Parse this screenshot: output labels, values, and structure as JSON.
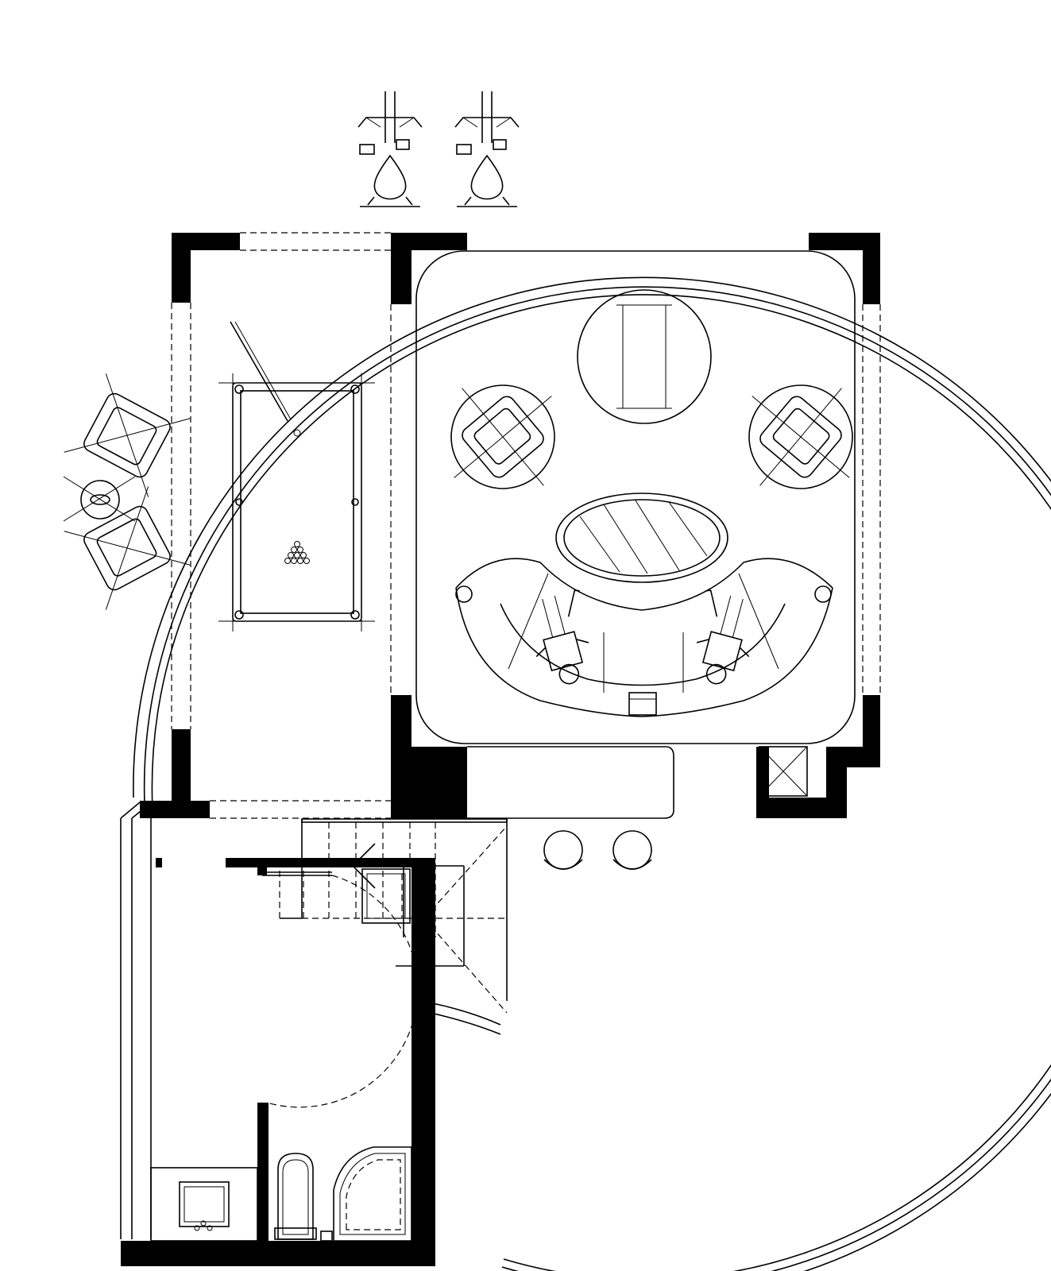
{
  "drawing": {
    "type": "architectural floor plan",
    "style": "black and white line drawing",
    "background_color": "#ffffff",
    "line_color": "#000000"
  },
  "rooms": [
    {
      "name": "gym-area",
      "fixtures": [
        "exercise-machine",
        "exercise-machine"
      ]
    },
    {
      "name": "lounge-nook",
      "fixtures": [
        "armchair",
        "armchair",
        "side-table"
      ]
    },
    {
      "name": "billiard-room",
      "fixtures": [
        "pool-table",
        "cue-stick",
        "ball-rack"
      ]
    },
    {
      "name": "media-room",
      "fixtures": [
        "round-table",
        "armchair",
        "armchair",
        "oval-coffee-table",
        "curved-sofa",
        "seated-person",
        "seated-person"
      ]
    },
    {
      "name": "bar-area",
      "fixtures": [
        "bar-counter",
        "bar-stool",
        "bar-stool"
      ]
    },
    {
      "name": "staircase",
      "fixtures": [
        "stair-direction-arrow"
      ]
    },
    {
      "name": "bathroom",
      "fixtures": [
        "toilet",
        "corner-bathtub",
        "shower-tray",
        "sink-counter"
      ]
    }
  ],
  "exercise_machine_count": 2,
  "bar_stool_count": 2,
  "seated_person_count": 2
}
